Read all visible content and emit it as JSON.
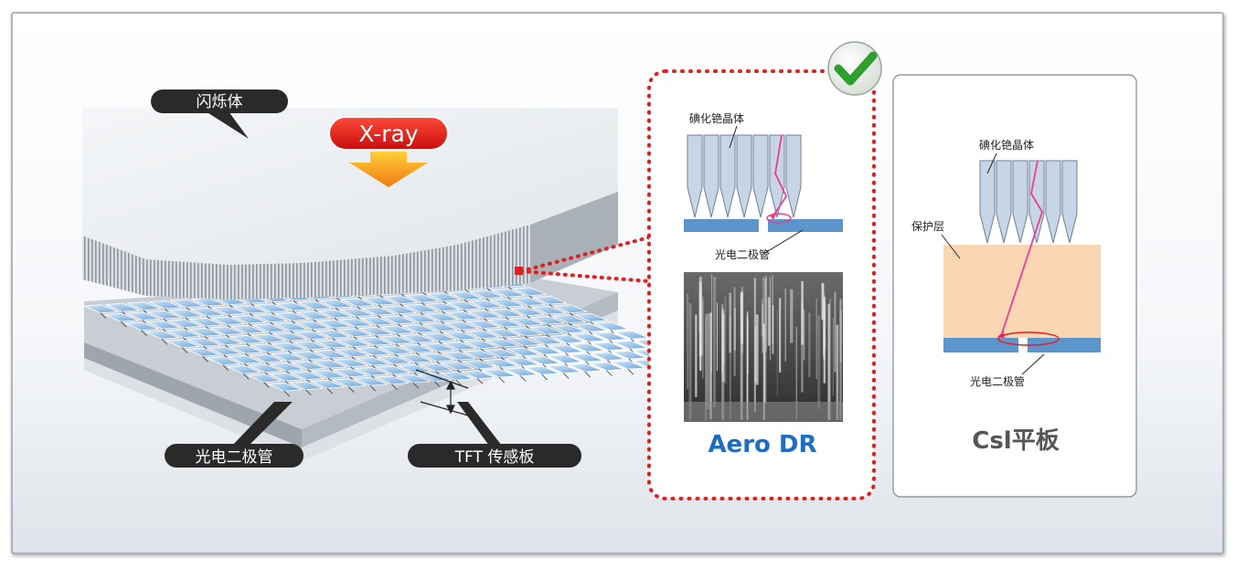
{
  "left_panel": {
    "scintillator_label": "闪烁体",
    "xray_label": "X-ray",
    "photodiode_label": "光电二极管",
    "tft_label": "TFT 传感板"
  },
  "aero_panel": {
    "crystal_label": "碘化铯晶体",
    "photodiode_label": "光电二极管",
    "title": "Aero DR",
    "title_color": "#1F6DC2",
    "border_color": "#E02020",
    "check_color": "#2E9E2E"
  },
  "csi_panel": {
    "crystal_label": "碘化铯晶体",
    "protect_label": "保护层",
    "photodiode_label": "光电二极管",
    "title": "Csl平板",
    "title_color": "#555555"
  }
}
